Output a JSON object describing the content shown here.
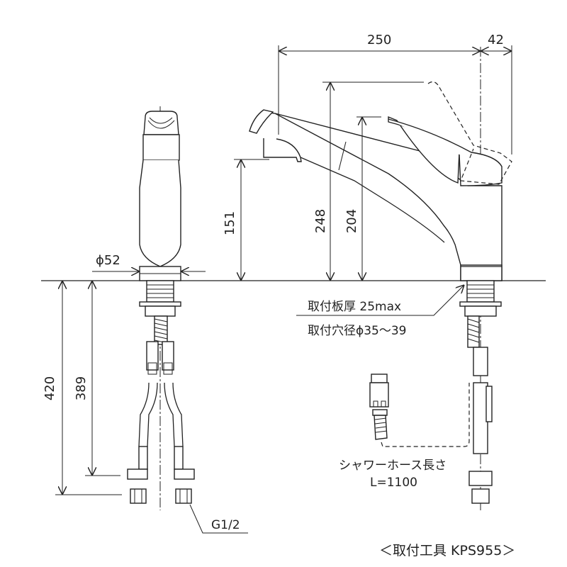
{
  "drawing": {
    "dimensions": {
      "width_total": "250",
      "handle_offset": "42",
      "spout_height": "151",
      "max_height": "248",
      "handle_height": "204",
      "base_diameter": "ϕ52",
      "hose_length_total": "420",
      "hose_length_fitting": "389"
    },
    "labels": {
      "mounting_thickness": "取付板厚 25max",
      "mounting_hole": "取付穴径ϕ35〜39",
      "shower_hose_length": "シャワーホース長さ",
      "shower_hose_value": "L=1100",
      "thread": "G1/2",
      "mounting_tool": "＜取付工具 KPS955＞"
    }
  }
}
